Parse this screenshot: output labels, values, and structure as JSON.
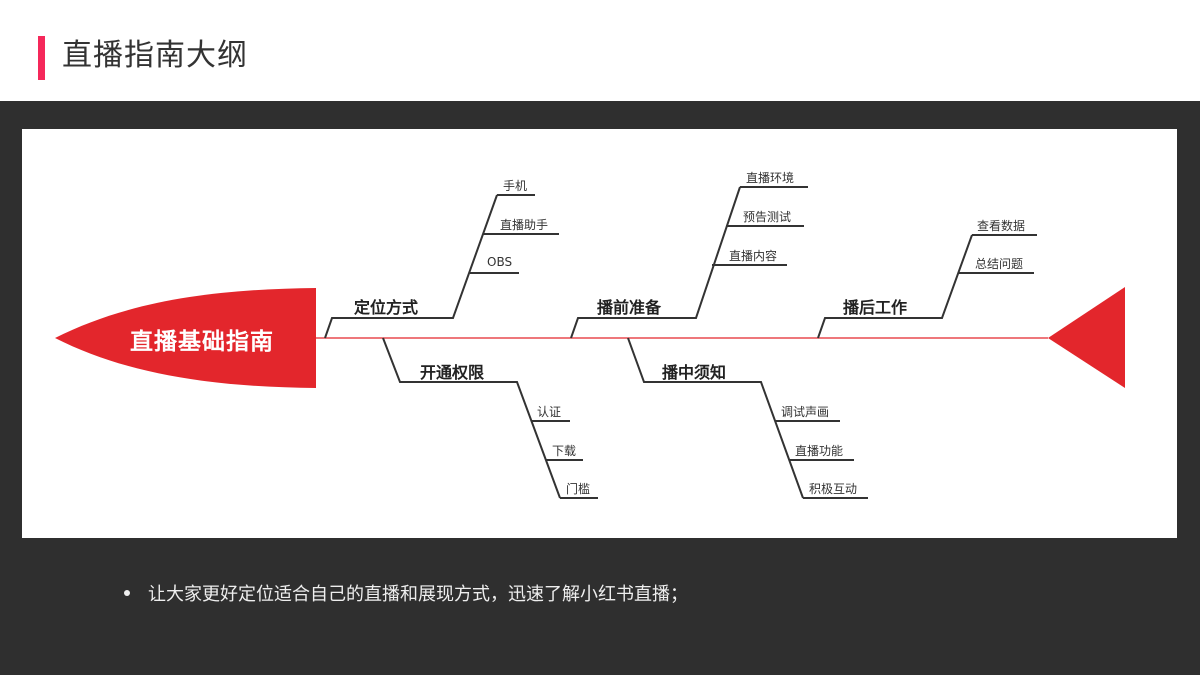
{
  "header": {
    "title": "直播指南大纲",
    "accent_color": "#f5285a"
  },
  "diagram": {
    "type": "fishbone",
    "head_label": "直播基础指南",
    "theme_color": "#e3262c",
    "branches": [
      {
        "label": "定位方式",
        "position": "top",
        "items": [
          "手机",
          "直播助手",
          "OBS"
        ]
      },
      {
        "label": "开通权限",
        "position": "bottom",
        "items": [
          "认证",
          "下载",
          "门槛"
        ]
      },
      {
        "label": "播前准备",
        "position": "top",
        "items": [
          "直播环境",
          "预告测试",
          "直播内容"
        ]
      },
      {
        "label": "播中须知",
        "position": "bottom",
        "items": [
          "调试声画",
          "直播功能",
          "积极互动"
        ]
      },
      {
        "label": "播后工作",
        "position": "top",
        "items": [
          "查看数据",
          "总结问题"
        ]
      }
    ]
  },
  "bullets": [
    "让大家更好定位适合自己的直播和展现方式，迅速了解小红书直播；"
  ]
}
